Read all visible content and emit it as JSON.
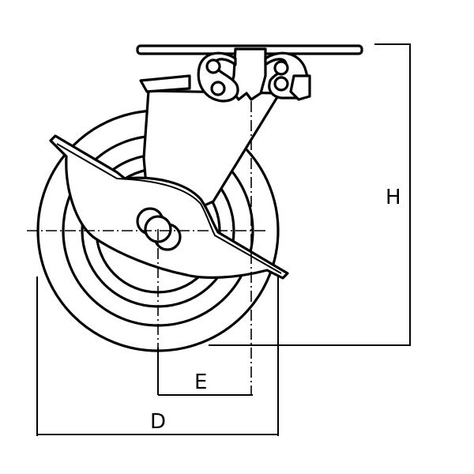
{
  "dimensions": {
    "height_label": "H",
    "overall_width_label": "D",
    "offset_label": "E"
  }
}
